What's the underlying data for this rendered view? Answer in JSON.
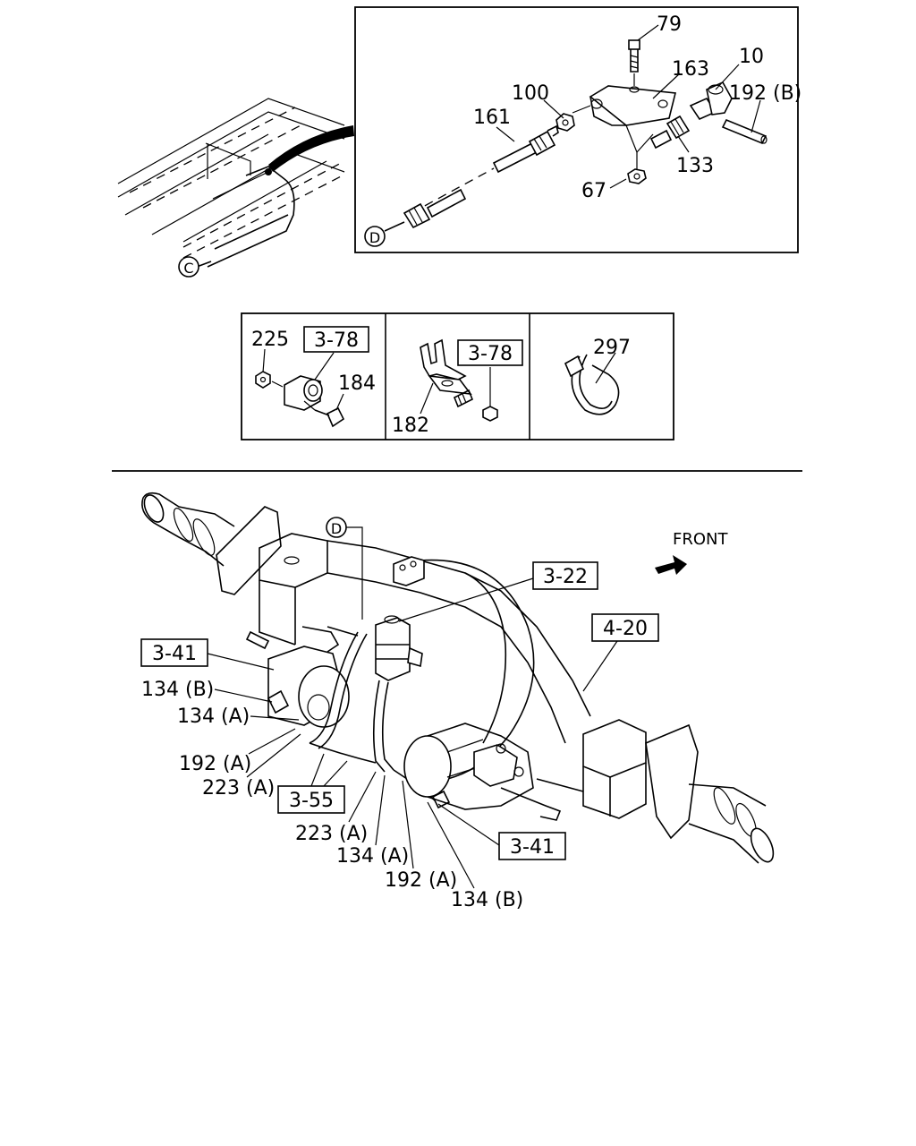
{
  "callouts": {
    "c_79": "79",
    "c_163": "163",
    "c_10": "10",
    "c_100": "100",
    "c_192b_top": "192 (B)",
    "c_161": "161",
    "c_133": "133",
    "c_67": "67",
    "c_225": "225",
    "c_184": "184",
    "c_182": "182",
    "c_297": "297",
    "c_front": "FRONT",
    "c_134b_left": "134 (B)",
    "c_134a_left": "134 (A)",
    "c_192a_left": "192 (A)",
    "c_223a_left": "223 (A)",
    "c_223a_bottom": "223 (A)",
    "c_134a_bottom": "134 (A)",
    "c_192a_bottom": "192 (A)",
    "c_134b_bottom": "134 (B)"
  },
  "markers": {
    "m_d_top": "D",
    "m_c": "C",
    "m_d_main": "D"
  },
  "refs": {
    "r_378_a": "3-78",
    "r_378_b": "3-78",
    "r_322": "3-22",
    "r_420": "4-20",
    "r_341_left": "3-41",
    "r_355": "3-55",
    "r_341_right": "3-41"
  }
}
